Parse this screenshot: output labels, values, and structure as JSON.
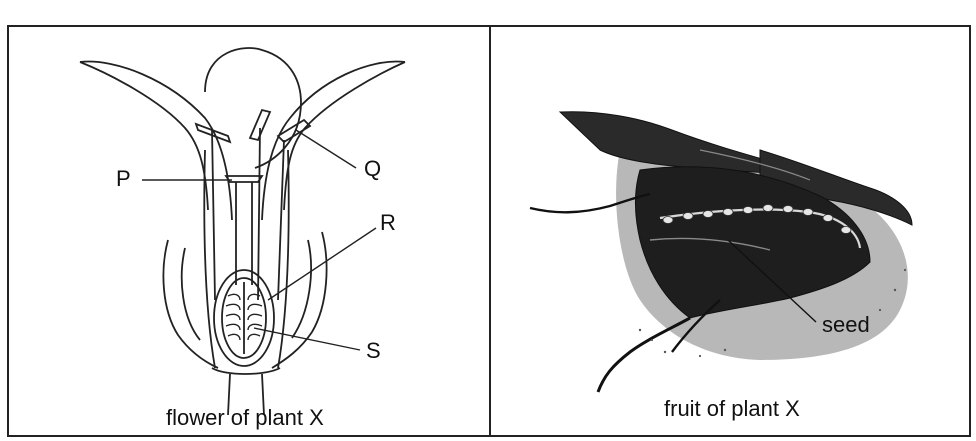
{
  "left_panel": {
    "caption": "flower of plant X",
    "labels": {
      "p": "P",
      "q": "Q",
      "r": "R",
      "s": "S"
    }
  },
  "right_panel": {
    "caption": "fruit of plant X",
    "labels": {
      "seed": "seed"
    }
  }
}
